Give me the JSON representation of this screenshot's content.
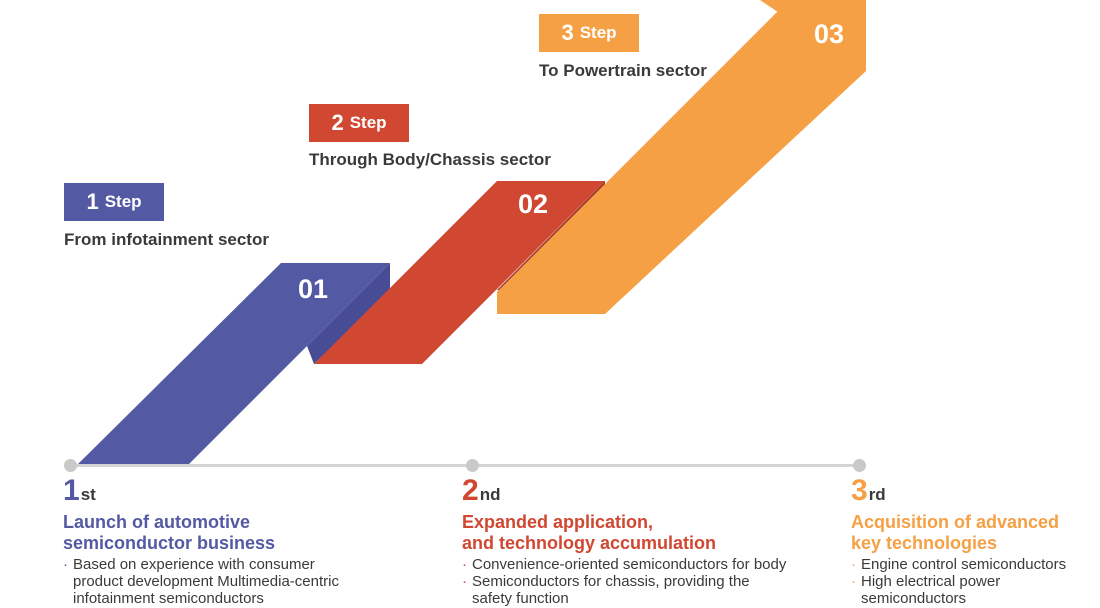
{
  "colors": {
    "step1": "#5459a4",
    "step1_dark": "#3d4184",
    "step2": "#d04732",
    "step2_dark": "#a63a2b",
    "step3": "#f5a045",
    "grey_line": "#d3d3d3"
  },
  "steps": [
    {
      "num": "1",
      "word": "Step",
      "sector": "From infotainment sector",
      "arrow_label": "01"
    },
    {
      "num": "2",
      "word": "Step",
      "sector": "Through Body/Chassis sector",
      "arrow_label": "02"
    },
    {
      "num": "3",
      "word": "Step",
      "sector": "To Powertrain sector",
      "arrow_label": "03"
    }
  ],
  "phases": [
    {
      "big": "1",
      "suffix": "st",
      "title_lines": [
        "Launch of automotive",
        "semiconductor business"
      ],
      "bullets": [
        [
          "Based on experience with consumer",
          "product development  Multimedia-centric",
          "infotainment semiconductors"
        ]
      ]
    },
    {
      "big": "2",
      "suffix": "nd",
      "title_lines": [
        "Expanded application,",
        "and technology accumulation"
      ],
      "bullets": [
        [
          "Convenience-oriented semiconductors for body"
        ],
        [
          "Semiconductors for chassis, providing the",
          "safety function"
        ]
      ]
    },
    {
      "big": "3",
      "suffix": "rd",
      "title_lines": [
        "Acquisition of advanced",
        "key technologies"
      ],
      "bullets": [
        [
          "Engine control semiconductors"
        ],
        [
          "High electrical power",
          "semiconductors"
        ]
      ]
    }
  ]
}
